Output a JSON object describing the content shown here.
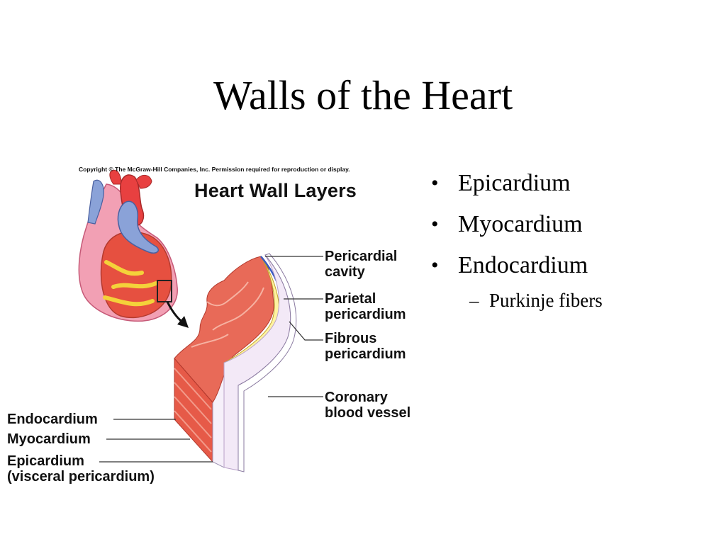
{
  "slide": {
    "title": "Walls of the Heart"
  },
  "figure": {
    "copyright": "Copyright © The McGraw-Hill Companies, Inc. Permission required for reproduction or display.",
    "title": "Heart Wall Layers",
    "labels": {
      "pericardial_cavity": [
        "Pericardial",
        "cavity"
      ],
      "parietal_pericardium": [
        "Parietal",
        "pericardium"
      ],
      "fibrous_pericardium": [
        "Fibrous",
        "pericardium"
      ],
      "coronary_blood_vessel": [
        "Coronary",
        "blood vessel"
      ],
      "endocardium": "Endocardium",
      "myocardium": "Myocardium",
      "epicardium": [
        "Epicardium",
        "(visceral pericardium)"
      ]
    },
    "colors": {
      "muscle": "#e8493a",
      "muscle_light": "#f29a8a",
      "fat": "#f4d23a",
      "vessel_blue": "#7a8fd0",
      "pericardium": "#f3e9f7"
    }
  },
  "bullets": [
    {
      "text": "Epicardium"
    },
    {
      "text": "Myocardium"
    },
    {
      "text": "Endocardium",
      "sub": [
        {
          "text": "Purkinje fibers"
        }
      ]
    }
  ]
}
